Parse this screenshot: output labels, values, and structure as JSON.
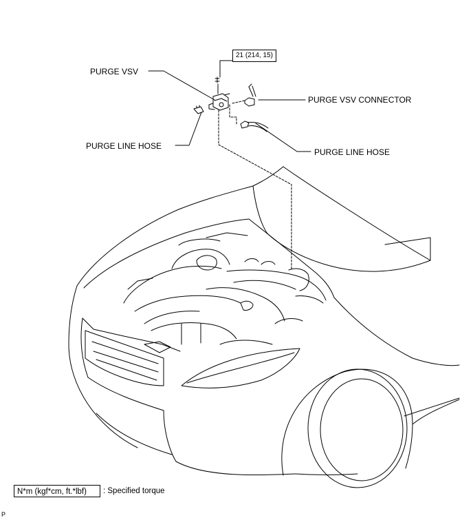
{
  "labels": {
    "purge_vsv": "PURGE VSV",
    "purge_line_hose_left": "PURGE LINE HOSE",
    "purge_vsv_connector": "PURGE VSV CONNECTOR",
    "purge_line_hose_right": "PURGE LINE HOSE",
    "torque": "21 (214, 15)"
  },
  "legend": {
    "units": "N*m (kgf*cm, ft.*lbf)",
    "description": ": Specified torque"
  },
  "footer_code": "P"
}
